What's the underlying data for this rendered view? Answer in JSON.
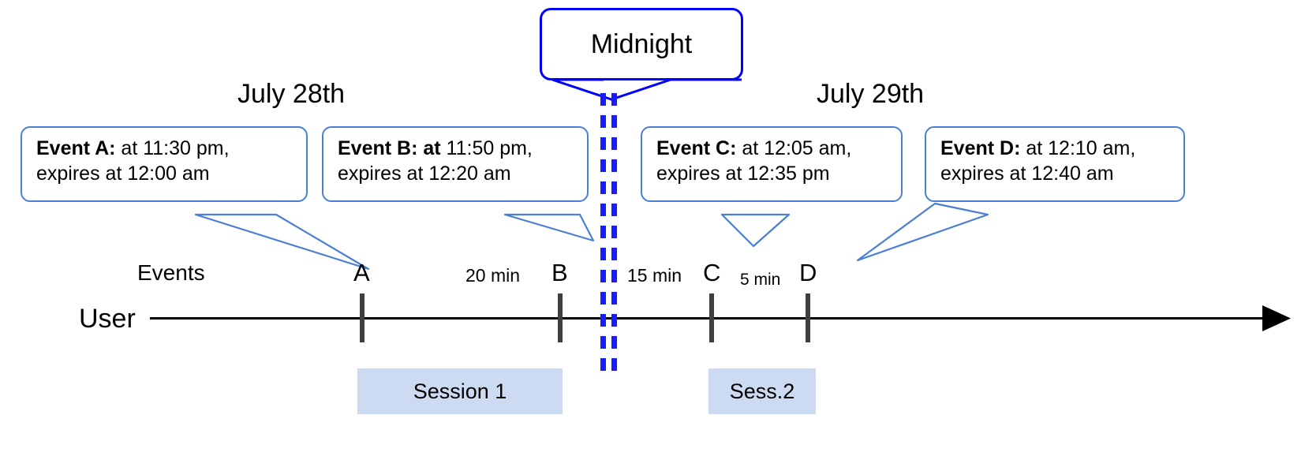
{
  "diagram": {
    "title_callout": {
      "label": "Midnight"
    },
    "dates": [
      {
        "label": "July 28th"
      },
      {
        "label": "July 29th"
      }
    ],
    "row_labels": {
      "events": "Events",
      "user": "User"
    },
    "events": [
      {
        "id": "A",
        "letter": "A",
        "bold": "Event A:",
        "line1_rest": " at 11:30 pm,",
        "line2": "expires at 12:00 am"
      },
      {
        "id": "B",
        "letter": "B",
        "bold": "Event B: at",
        "line1_rest": " 11:50 pm,",
        "line2": "expires at 12:20 am"
      },
      {
        "id": "C",
        "letter": "C",
        "bold": "Event C:",
        "line1_rest": " at 12:05 am,",
        "line2": "expires at 12:35 pm"
      },
      {
        "id": "D",
        "letter": "D",
        "bold": "Event D:",
        "line1_rest": "  at 12:10 am,",
        "line2": "expires at 12:40 am"
      }
    ],
    "gaps": [
      {
        "label": "20 min"
      },
      {
        "label": "15 min"
      },
      {
        "label": "5 min"
      }
    ],
    "sessions": [
      {
        "label": "Session 1"
      },
      {
        "label": "Sess.2"
      }
    ],
    "colors": {
      "midnight_line": "#1a1aff",
      "callout_border": "#4a7fd4",
      "midnight_border": "#0000ff",
      "session_fill": "#ccdaf2",
      "axis": "#000000",
      "tick": "#3f3f3f"
    }
  }
}
